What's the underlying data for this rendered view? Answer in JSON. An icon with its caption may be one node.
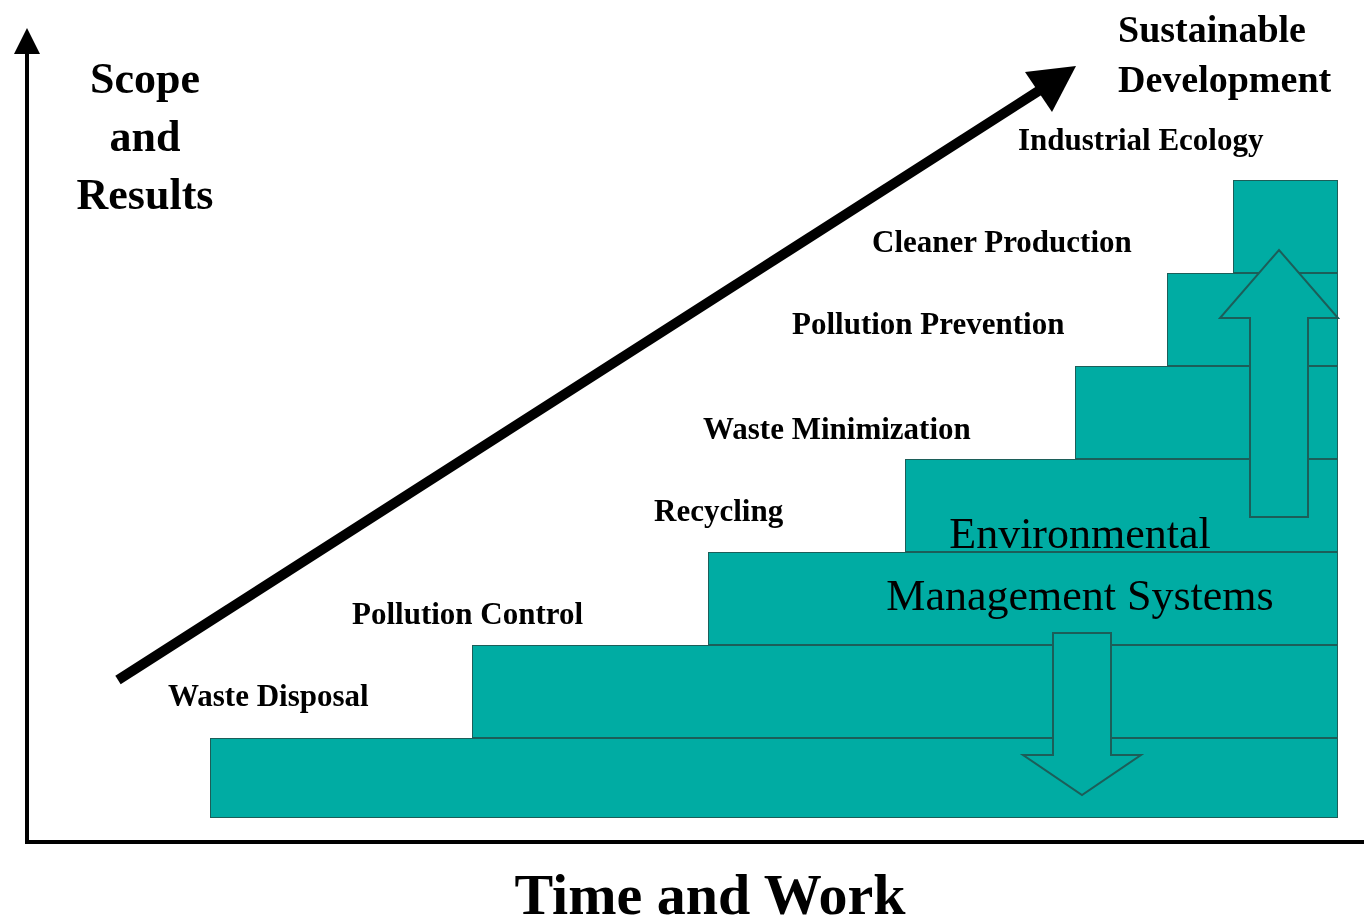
{
  "diagram": {
    "nodes": [
      {
        "text": [
          "Waste Disposal"
        ]
      },
      {
        "text": [
          "Pollution Control"
        ]
      },
      {
        "text": [
          "Recycling"
        ]
      },
      {
        "text": [
          "Waste Minimization"
        ]
      },
      {
        "text": [
          "Pollution Prevention"
        ]
      },
      {
        "text": [
          "Cleaner Production"
        ]
      },
      {
        "text": [
          "Industrial Ecology"
        ]
      }
    ],
    "edges": [
      {
        "from": 3,
        "to": 6,
        "arrow": "to"
      },
      {
        "from": 2,
        "to": 0,
        "arrow": "to"
      }
    ],
    "labels": [
      "Scope and Results",
      "Sustainable Development",
      "Environmental Management Systems",
      "Time and Work"
    ]
  }
}
